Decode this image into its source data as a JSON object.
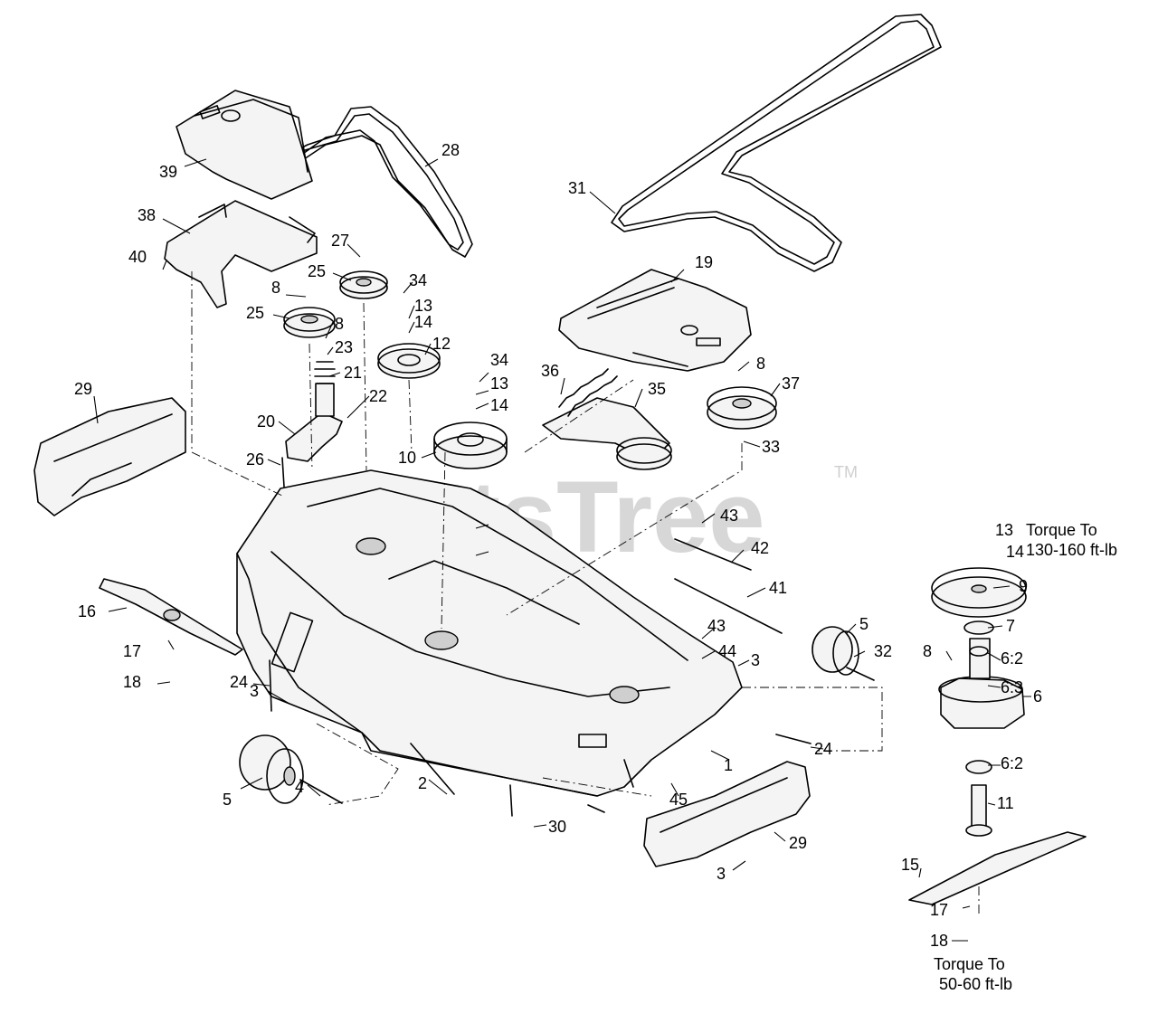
{
  "watermark": {
    "text": "PartsTree",
    "tm": "TM"
  },
  "notes": {
    "top_line1": "Torque To",
    "top_line2": "130-160 ft-lb",
    "bottom_line1": "Torque To",
    "bottom_line2": "50-60 ft-lb"
  },
  "callouts": [
    "39",
    "28",
    "38",
    "27",
    "31",
    "40",
    "25",
    "34",
    "8",
    "19",
    "13",
    "25",
    "14",
    "8",
    "23",
    "12",
    "34",
    "21",
    "36",
    "13",
    "8",
    "37",
    "22",
    "14",
    "29",
    "20",
    "35",
    "10",
    "33",
    "26",
    "43",
    "13",
    "14",
    "42",
    "9",
    "41",
    "16",
    "5",
    "7",
    "43",
    "8",
    "6:2",
    "17",
    "32",
    "3",
    "44",
    "24",
    "6:3",
    "18",
    "6",
    "3",
    "24",
    "1",
    "6:2",
    "5",
    "45",
    "11",
    "2",
    "4",
    "30",
    "29",
    "3",
    "15",
    "17",
    "18"
  ]
}
